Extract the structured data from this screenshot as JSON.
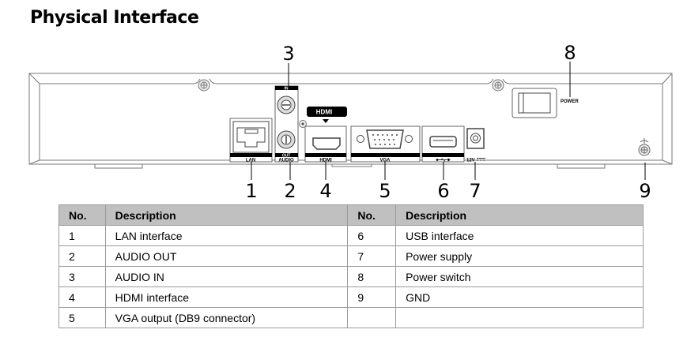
{
  "page_title": "Physical Interface",
  "diagram": {
    "callouts": [
      "1",
      "2",
      "3",
      "4",
      "5",
      "6",
      "7",
      "8",
      "9"
    ],
    "port_labels": {
      "lan": "LAN",
      "audio": "AUDIO",
      "audio_in": "IN",
      "audio_out": "OUT",
      "hdmi": "HDMI",
      "hdmi_logo": "HDMI",
      "vga": "VGA",
      "usb": "USB",
      "power_input": "12V",
      "power_switch": "POWER"
    }
  },
  "table": {
    "headers": [
      "No.",
      "Description",
      "No.",
      "Description"
    ],
    "rows": [
      {
        "no_left": "1",
        "desc_left": "LAN interface",
        "no_right": "6",
        "desc_right": "USB interface"
      },
      {
        "no_left": "2",
        "desc_left": "AUDIO OUT",
        "no_right": "7",
        "desc_right": "Power supply"
      },
      {
        "no_left": "3",
        "desc_left": "AUDIO IN",
        "no_right": "8",
        "desc_right": "Power switch"
      },
      {
        "no_left": "4",
        "desc_left": "HDMI interface",
        "no_right": "9",
        "desc_right": "GND"
      },
      {
        "no_left": "5",
        "desc_left": "VGA output (DB9 connector)",
        "no_right": "",
        "desc_right": ""
      }
    ]
  }
}
